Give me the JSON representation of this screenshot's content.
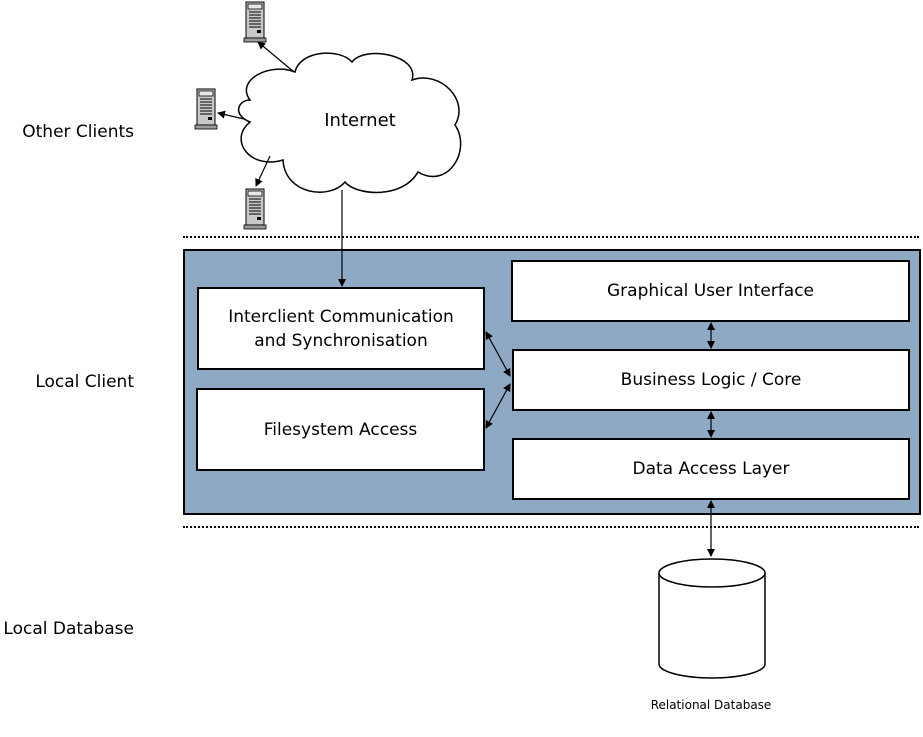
{
  "tiers": {
    "other_clients": "Other Clients",
    "local_client": "Local Client",
    "local_database": "Local Database"
  },
  "cloud": {
    "label": "Internet"
  },
  "components": {
    "interclient": "Interclient Communication and Synchronisation",
    "filesystem": "Filesystem Access",
    "gui": "Graphical User Interface",
    "business_logic": "Business Logic / Core",
    "data_access": "Data Access Layer"
  },
  "database": {
    "label": "Relational Database"
  },
  "icons": {
    "remote_client": "server-icon"
  },
  "colors": {
    "client_panel": "#8ea9c4",
    "box_fill": "#ffffff",
    "stroke": "#000000"
  }
}
